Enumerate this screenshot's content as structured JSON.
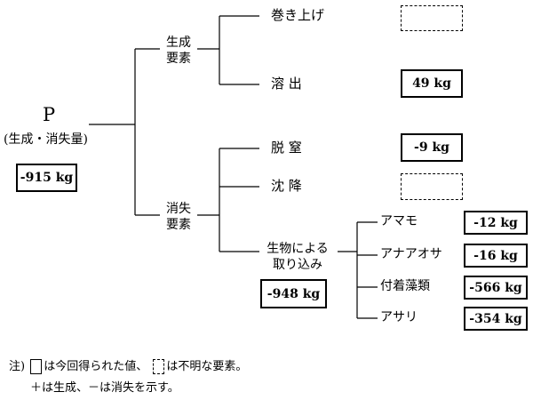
{
  "root": {
    "label": "P",
    "sublabel": "(生成・消失量)",
    "value": "-915 kg"
  },
  "generation": {
    "label_line1": "生成",
    "label_line2": "要素",
    "items": [
      {
        "label": "巻き上げ",
        "value": ""
      },
      {
        "label": "溶 出",
        "value": "49 kg"
      }
    ]
  },
  "loss": {
    "label_line1": "消失",
    "label_line2": "要素",
    "items": [
      {
        "label": "脱 窒",
        "value": "-9 kg"
      },
      {
        "label": "沈 降",
        "value": ""
      }
    ],
    "bio": {
      "label_line1": "生物による",
      "label_line2": "取り込み",
      "value": "-948 kg",
      "items": [
        {
          "label": "アマモ",
          "value": "-12 kg"
        },
        {
          "label": "アナアオサ",
          "value": "-16 kg"
        },
        {
          "label": "付着藻類",
          "value": "-566 kg"
        },
        {
          "label": "アサリ",
          "value": "-354 kg"
        }
      ]
    }
  },
  "note": {
    "prefix": "注)",
    "solid_text": "は今回得られた値、",
    "dashed_text": "は不明な要素。",
    "line2": "＋は生成、－は消失を示す。"
  }
}
